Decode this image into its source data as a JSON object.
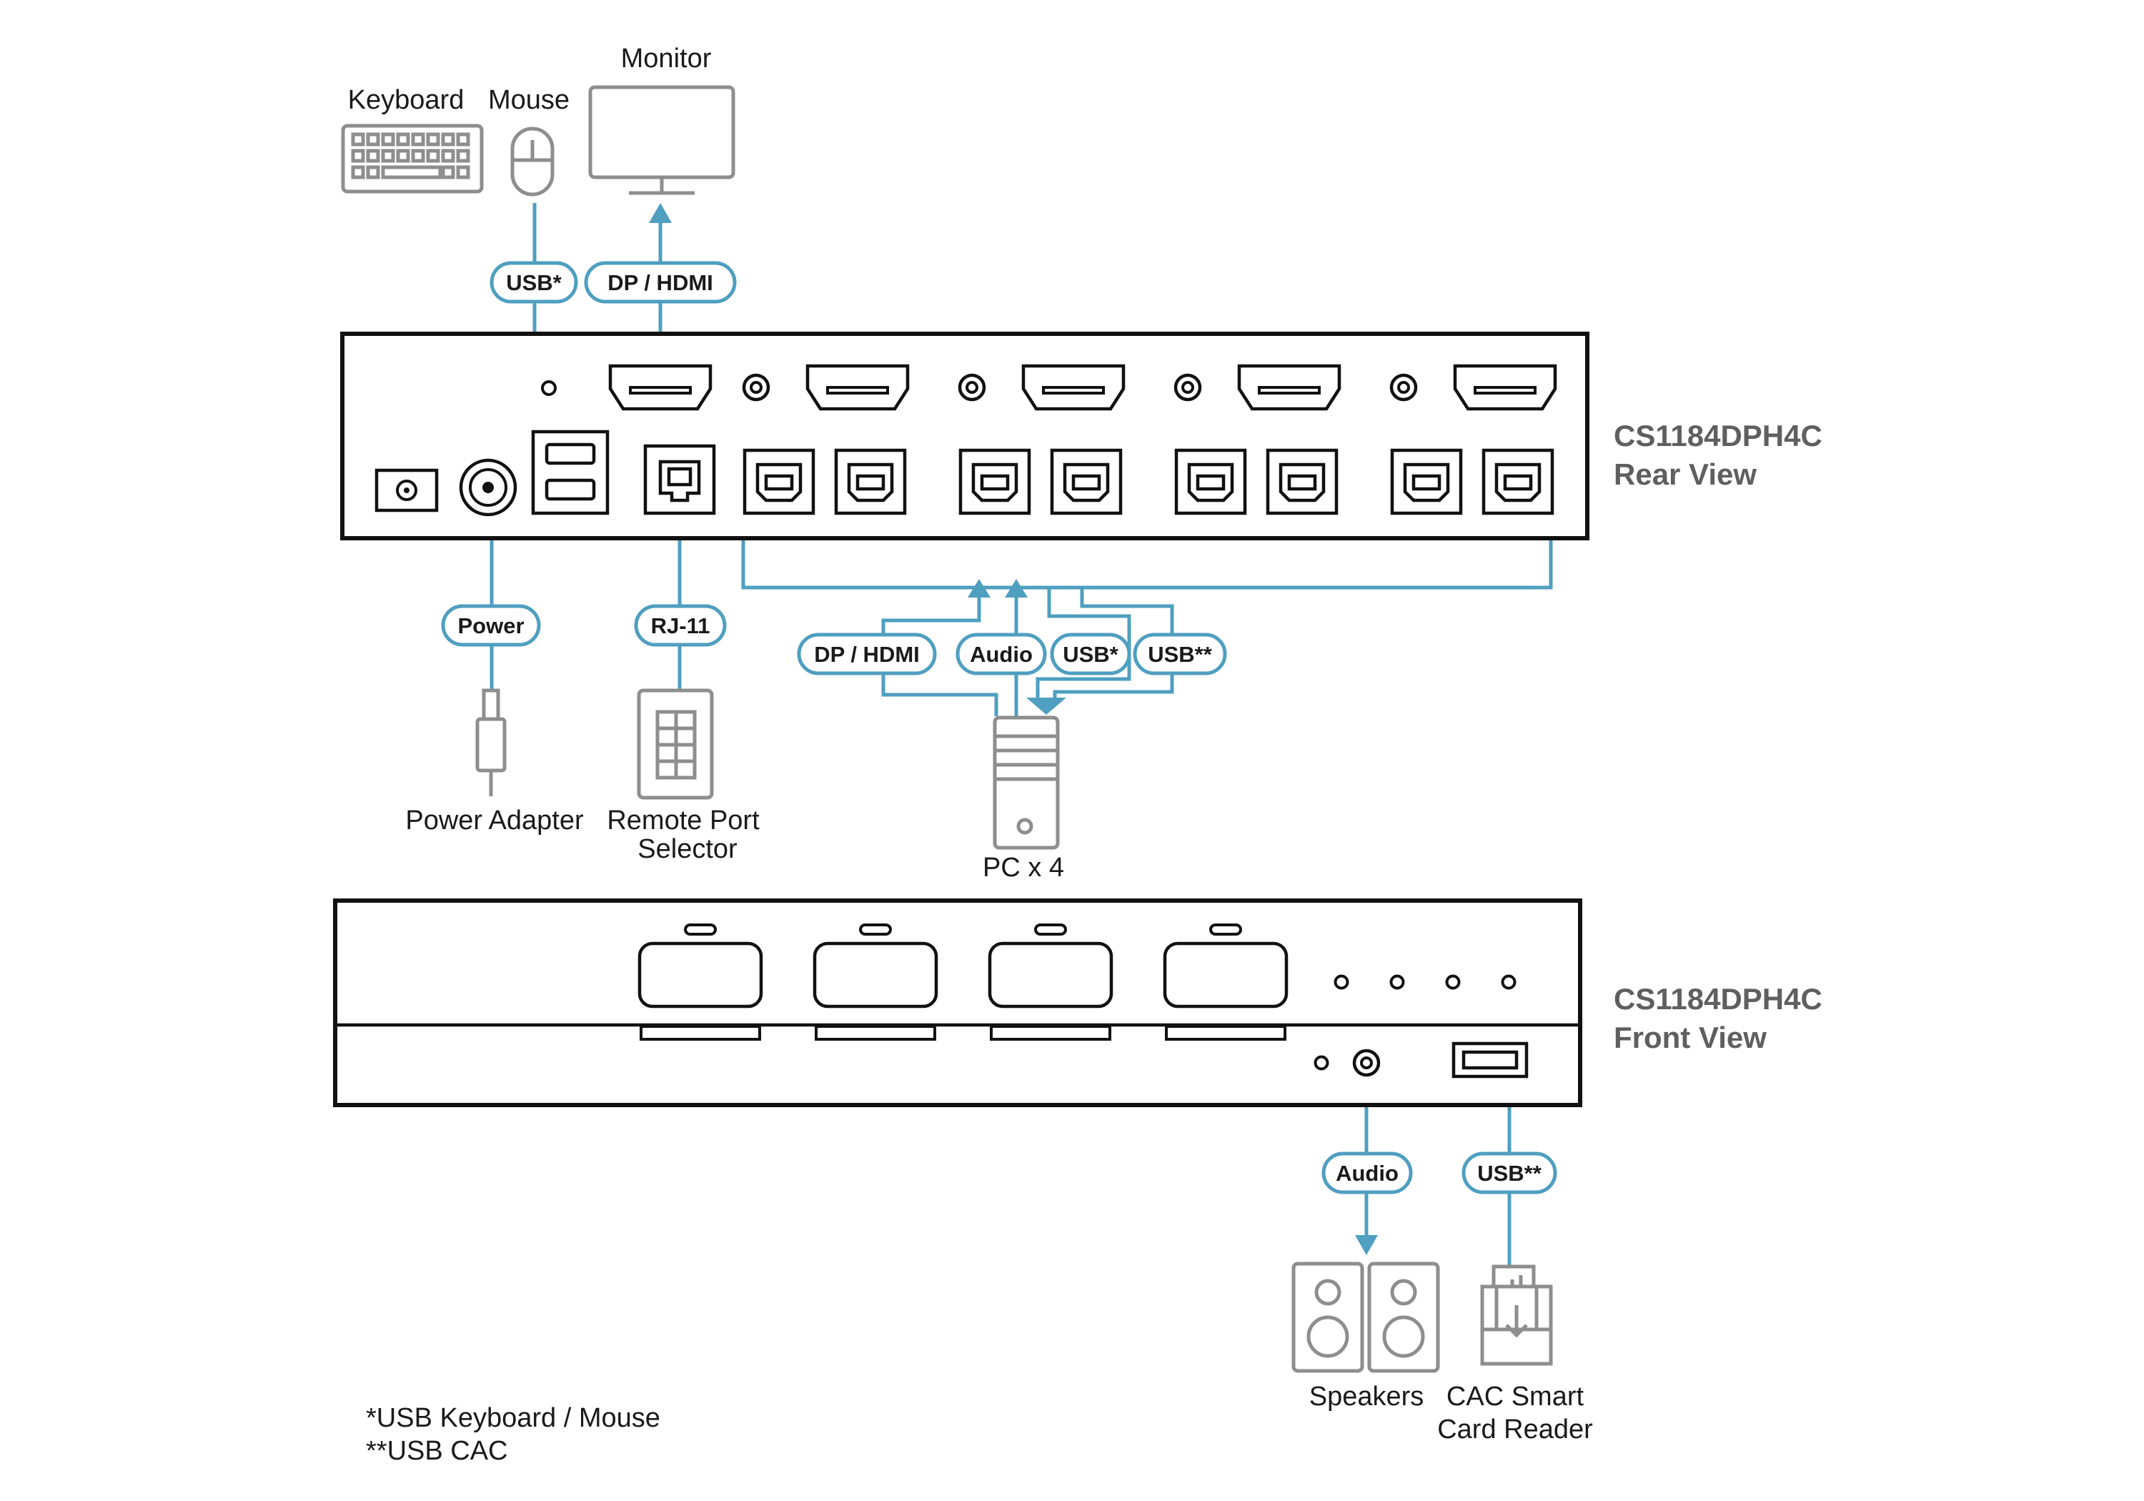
{
  "diagram": {
    "rear": {
      "title_model": "CS1184DPH4C",
      "title_view": "Rear View"
    },
    "front": {
      "title_model": "CS1184DPH4C",
      "title_view": "Front View"
    },
    "devices": {
      "keyboard": "Keyboard",
      "mouse": "Mouse",
      "monitor": "Monitor",
      "power_adapter": "Power Adapter",
      "remote_port_selector_line1": "Remote Port",
      "remote_port_selector_line2": "Selector",
      "pc": "PC x 4",
      "speakers": "Speakers",
      "cac_reader_line1": "CAC Smart",
      "cac_reader_line2": "Card Reader"
    },
    "connectors": {
      "usb_kbm": "USB*",
      "dp_hdmi_console": "DP / HDMI",
      "power": "Power",
      "rj11": "RJ-11",
      "dp_hdmi_pc": "DP / HDMI",
      "audio_pc": "Audio",
      "usb_pc": "USB*",
      "usb_cac_pc": "USB**",
      "audio_front": "Audio",
      "usb_cac_front": "USB**"
    },
    "footnotes": {
      "note1": "*USB Keyboard / Mouse",
      "note2": "**USB CAC"
    },
    "colors": {
      "connection": "#4f9fc0",
      "unit_outline": "#111111",
      "device_outline": "#8e8e8e",
      "title": "#5f5f5f"
    }
  }
}
